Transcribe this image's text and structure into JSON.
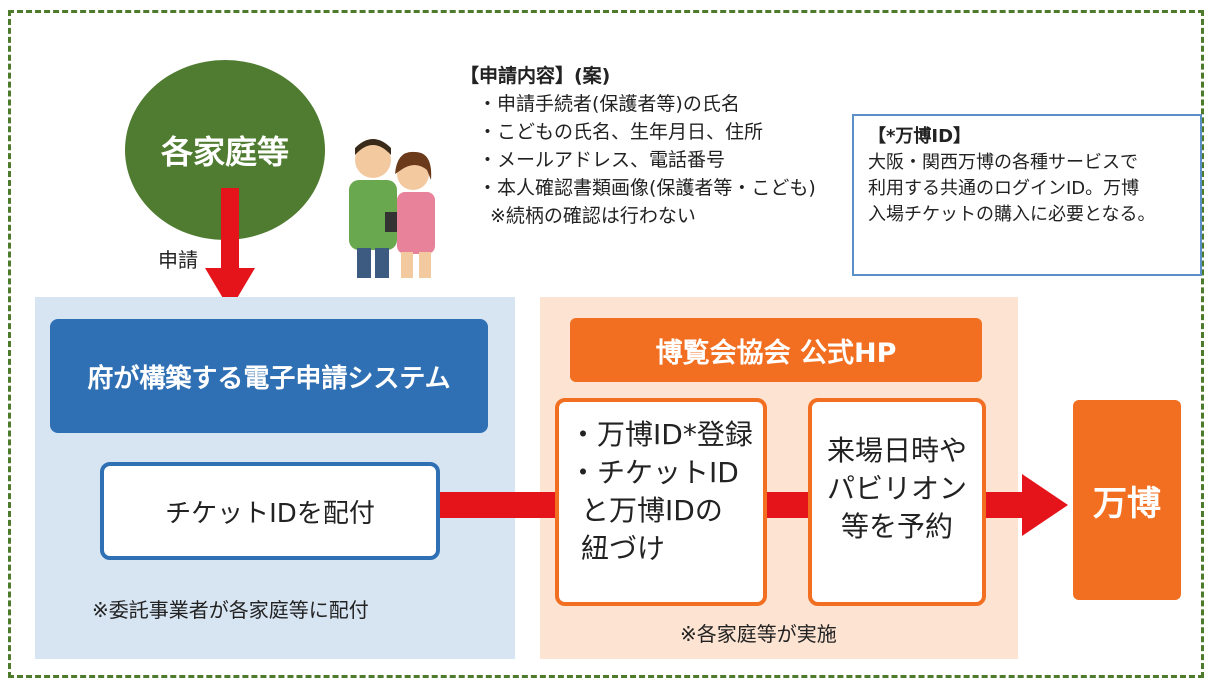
{
  "household": {
    "label": "各家庭等",
    "apply_label": "申請"
  },
  "application_content": {
    "heading": "【申請内容】(案)",
    "items": [
      "・申請手続者(保護者等)の氏名",
      "・こどもの氏名、生年月日、住所",
      "・メールアドレス、電話番号",
      "・本人確認書類画像(保護者等・こども)"
    ],
    "note": "※続柄の確認は行わない"
  },
  "expo_id_info": {
    "title": "【*万博ID】",
    "lines": [
      "大阪・関西万博の各種サービスで",
      "利用する共通のログインID。万博",
      "入場チケットの購入に必要となる。"
    ]
  },
  "prefecture_system": {
    "title": "府が構築する電子申請システム",
    "ticket_box": "チケットIDを配付",
    "note": "※委託事業者が各家庭等に配付"
  },
  "expo_association": {
    "title": "博覧会協会 公式HP",
    "box1_lines": [
      "・万博ID*登録",
      "・チケットID",
      "と万博IDの",
      "紐づけ"
    ],
    "box2_lines": [
      "来場日時や",
      "パビリオン",
      "等を予約"
    ],
    "note": "※各家庭等が実施"
  },
  "expo": {
    "label": "万博"
  },
  "colors": {
    "frame": "#4e7a2c",
    "household_circle": "#4f7c30",
    "arrow": "#e5141b",
    "blue": "#2f6fb3",
    "orange": "#f26f21"
  }
}
